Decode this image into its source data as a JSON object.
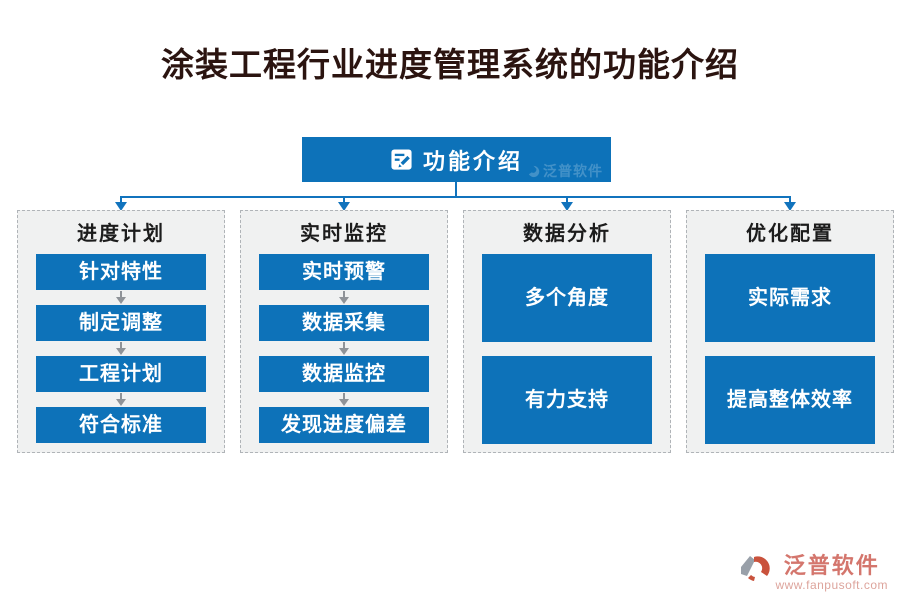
{
  "title": "涂装工程行业进度管理系统的功能介绍",
  "header": {
    "label": "功能介绍",
    "icon": "edit-document-icon",
    "watermark": "泛普软件"
  },
  "columns": [
    {
      "title": "进度计划",
      "size": "small",
      "items": [
        "针对特性",
        "制定调整",
        "工程计划",
        "符合标准"
      ]
    },
    {
      "title": "实时监控",
      "size": "small",
      "items": [
        "实时预警",
        "数据采集",
        "数据监控",
        "发现进度偏差"
      ]
    },
    {
      "title": "数据分析",
      "size": "large",
      "items": [
        "多个角度",
        "有力支持"
      ]
    },
    {
      "title": "优化配置",
      "size": "large",
      "items": [
        "实际需求",
        "提高整体效率"
      ]
    }
  ],
  "footer": {
    "brand": "泛普软件",
    "url": "www.fanpusoft.com"
  },
  "colors": {
    "accent_blue": "#0d72b9",
    "column_bg": "#f0f1f1",
    "dashed_border": "#b0b4b8",
    "title_text": "#2b1410",
    "arrow_gray": "#8f9398",
    "brand_text": "#d4766d",
    "brand_url": "#dda49c",
    "brand_icon_orange": "#c9523c",
    "brand_icon_gray": "#99a0a9"
  }
}
